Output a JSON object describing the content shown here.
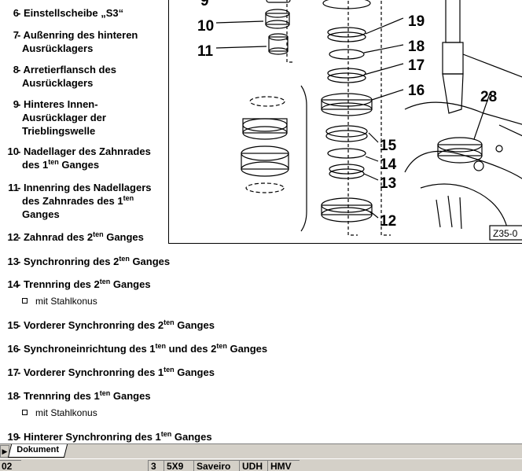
{
  "items": [
    {
      "num": "6",
      "lines": [
        [
          "Einstellscheibe „S3“"
        ]
      ]
    },
    {
      "num": "7",
      "lines": [
        [
          "Außenring des hinteren"
        ],
        [
          "Ausrücklagers"
        ]
      ]
    },
    {
      "num": "8",
      "lines": [
        [
          "Arretierflansch des"
        ],
        [
          "Ausrücklagers"
        ]
      ]
    },
    {
      "num": "9",
      "lines": [
        [
          "Hinteres Innen-"
        ],
        [
          "Ausrücklager der"
        ],
        [
          "Trieblingswelle"
        ]
      ]
    },
    {
      "num": "10",
      "lines": [
        [
          "Nadellager des Zahnrades"
        ],
        [
          "des 1",
          "ten",
          " Ganges"
        ]
      ]
    },
    {
      "num": "11",
      "lines": [
        [
          "Innenring des Nadellagers"
        ],
        [
          "des Zahnrades des 1",
          "ten",
          ""
        ],
        [
          "Ganges"
        ]
      ]
    },
    {
      "num": "12",
      "lines": [
        [
          "Zahnrad des 2",
          "ten",
          " Ganges"
        ]
      ]
    },
    {
      "num": "13",
      "lines": [
        [
          "Synchronring des 2",
          "ten",
          " Ganges"
        ]
      ]
    },
    {
      "num": "14",
      "lines": [
        [
          "Trennring des 2",
          "ten",
          " Ganges"
        ]
      ],
      "sub": "mit Stahlkonus"
    },
    {
      "num": "15",
      "lines": [
        [
          "Vorderer Synchronring des 2",
          "ten",
          " Ganges"
        ]
      ]
    },
    {
      "num": "16",
      "lines": [
        [
          "Synchroneinrichtung des 1",
          "ten",
          " und des 2",
          "ten",
          " Ganges"
        ]
      ]
    },
    {
      "num": "17",
      "lines": [
        [
          "Vorderer Synchronring des 1",
          "ten",
          " Ganges"
        ]
      ]
    },
    {
      "num": "18",
      "lines": [
        [
          "Trennring des 1",
          "ten",
          " Ganges"
        ]
      ],
      "sub": "mit Stahlkonus"
    },
    {
      "num": "19",
      "lines": [
        [
          "Hinterer Synchronring des 1",
          "ten",
          " Ganges"
        ]
      ]
    }
  ],
  "separator": " - ",
  "figure": {
    "callouts": [
      "9",
      "10",
      "11",
      "19",
      "18",
      "17",
      "16",
      "15",
      "14",
      "13",
      "12",
      "28"
    ],
    "ref": "Z35-0"
  },
  "tabs": {
    "scroll_glyph": "▶",
    "active": "Dokument"
  },
  "status": [
    "02",
    "3",
    "5X9",
    "Saveiro",
    "UDH",
    "HMV"
  ]
}
